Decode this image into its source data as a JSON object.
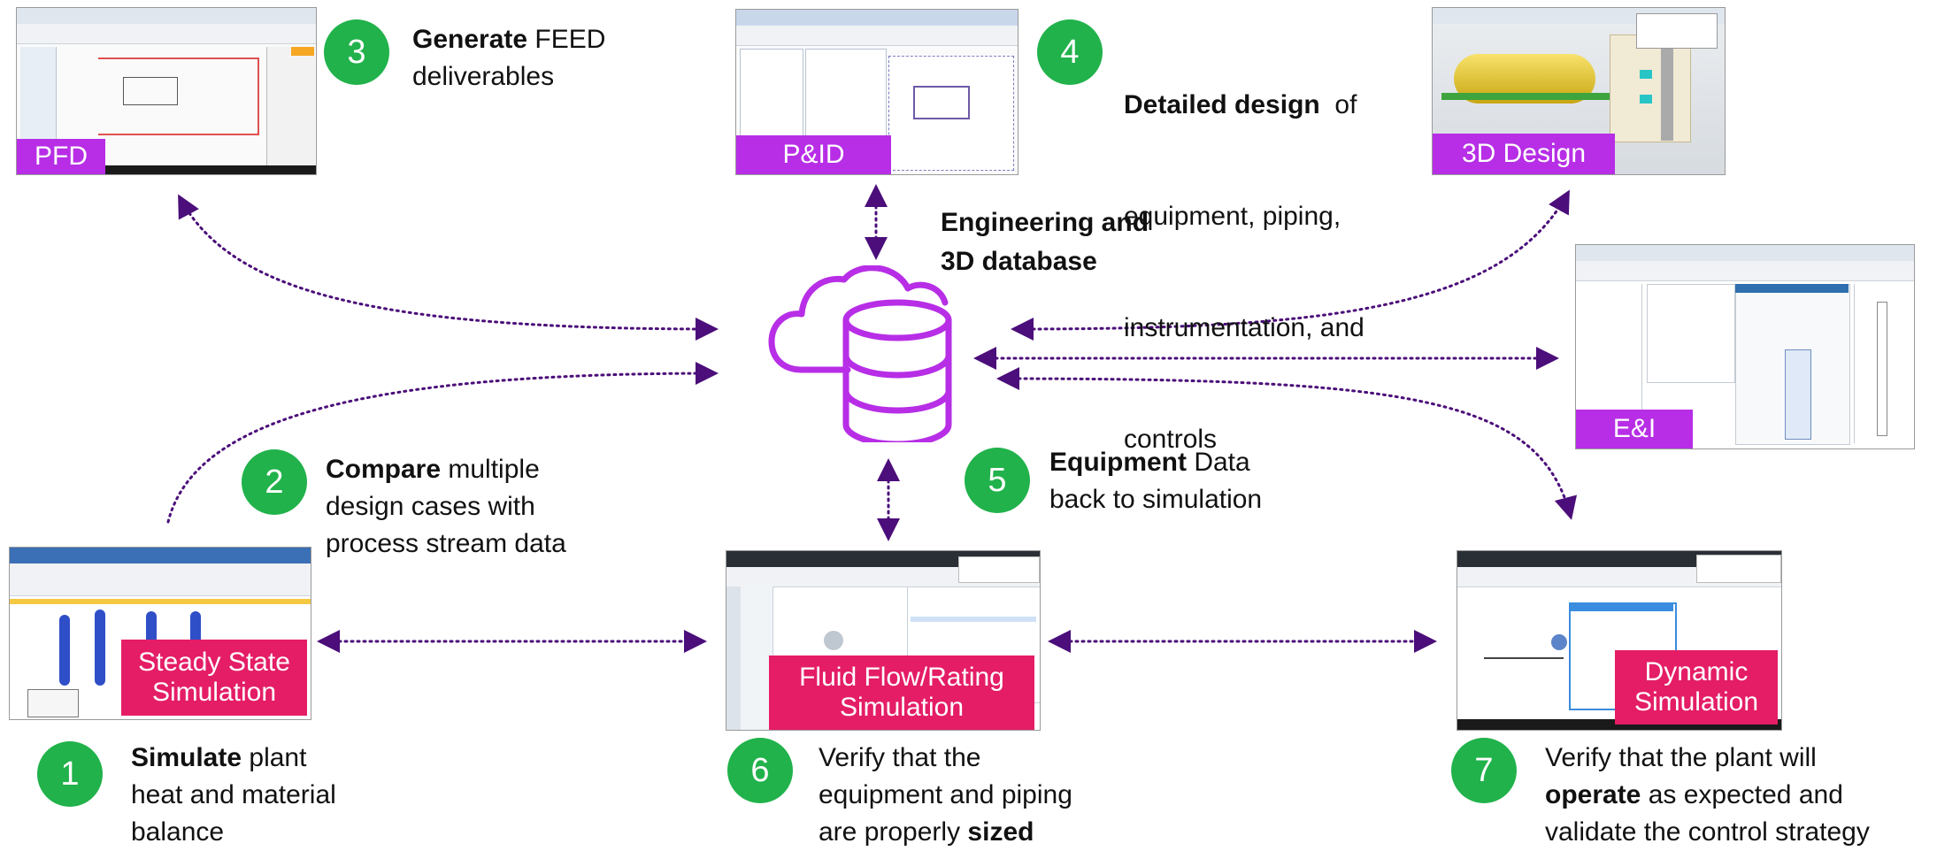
{
  "colors": {
    "arrow": "#4b0e7a",
    "cloud": "#b72ee6",
    "step": "#21b24b",
    "tag_purple": "#b72ee6",
    "tag_pink": "#e41d66"
  },
  "database": {
    "label_line1": "Engineering and",
    "label_line2": "3D database",
    "icon": "cloud-database-icon"
  },
  "screens": {
    "pfd": {
      "tag": "PFD"
    },
    "pid": {
      "tag": "P&ID"
    },
    "design3d": {
      "tag": "3D Design"
    },
    "ei": {
      "tag": "E&I"
    },
    "steady": {
      "tag_line1": "Steady State",
      "tag_line2": "Simulation"
    },
    "fluid": {
      "tag_line1": "Fluid Flow/Rating",
      "tag_line2": "Simulation"
    },
    "dynamic": {
      "tag_line1": "Dynamic",
      "tag_line2": "Simulation"
    }
  },
  "steps": [
    {
      "num": "1",
      "bold": "Simulate",
      "text": " plant",
      "line2": "heat and material",
      "line3": "balance"
    },
    {
      "num": "2",
      "bold": "Compare",
      "text": " multiple",
      "line2": "design cases with",
      "line3": "process stream data"
    },
    {
      "num": "3",
      "bold": "Generate",
      "text": " FEED",
      "line2": "deliverables"
    },
    {
      "num": "4",
      "bold": "Detailed design",
      "text": "  of",
      "line2": "equipment, piping,",
      "line3": "instrumentation, and",
      "line4": "controls"
    },
    {
      "num": "5",
      "bold": "Equipment",
      "text": " Data",
      "line2": "back to simulation"
    },
    {
      "num": "6",
      "line1": "Verify that the",
      "line2": "equipment and piping",
      "line3_pre": "are properly ",
      "line3_bold": "sized"
    },
    {
      "num": "7",
      "line1": "Verify that the plant will",
      "line2_bold": "operate",
      "line2_post": " as expected and",
      "line3": "validate the control strategy"
    }
  ]
}
